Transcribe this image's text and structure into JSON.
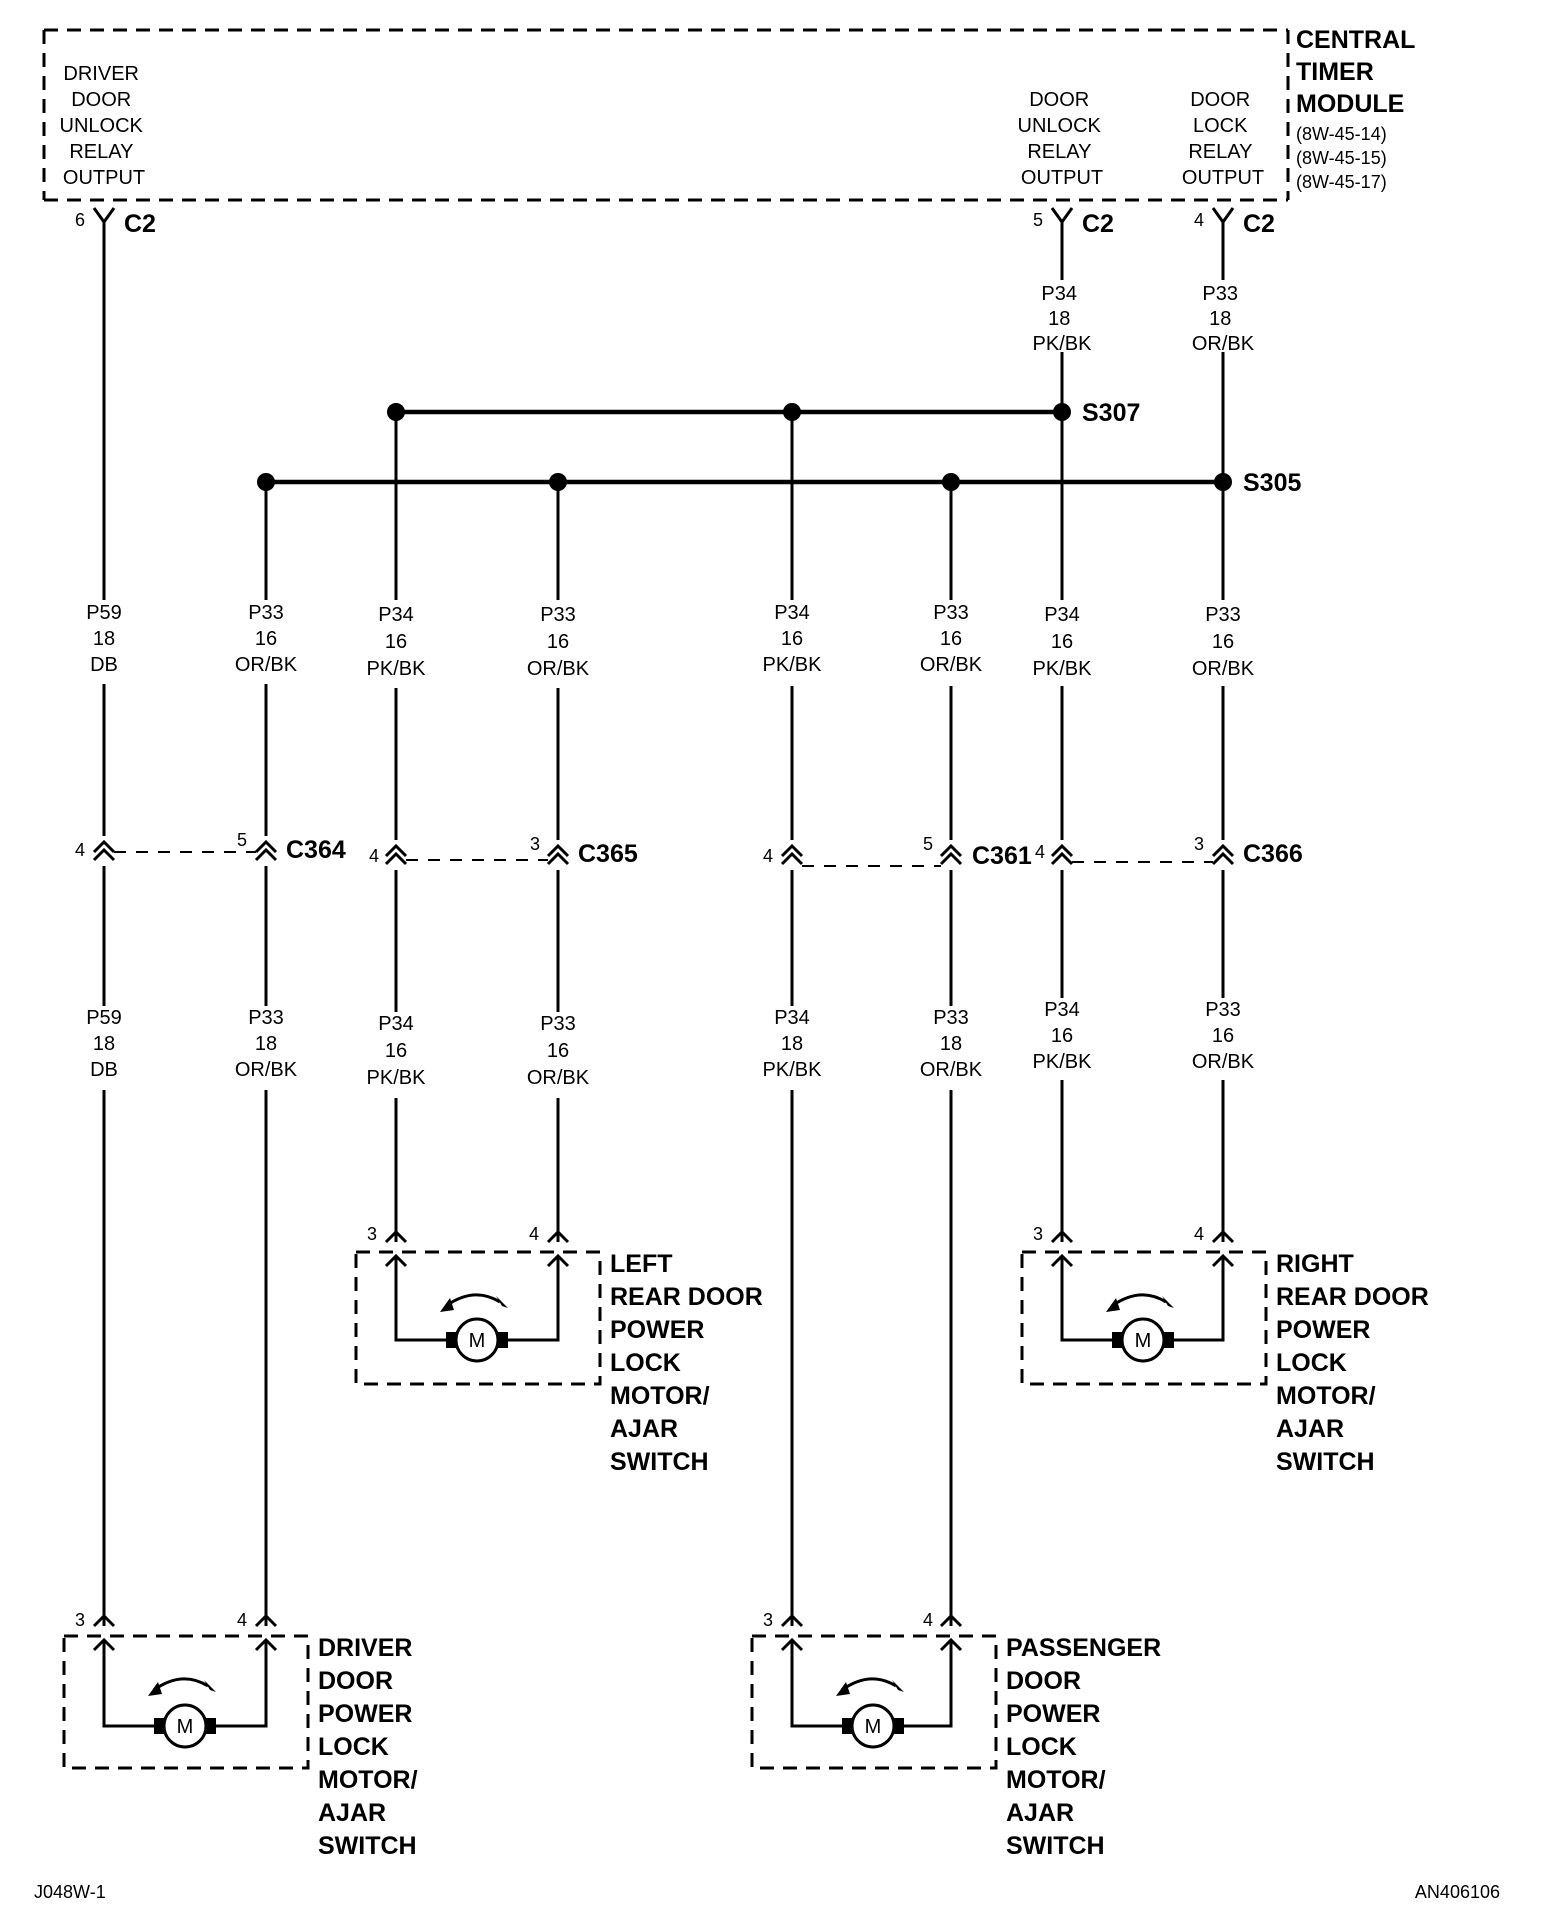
{
  "module": {
    "name": [
      "CENTRAL",
      "TIMER",
      "MODULE"
    ],
    "refs": [
      "(8W-45-14)",
      "(8W-45-15)",
      "(8W-45-17)"
    ],
    "outputs": [
      {
        "lines": [
          "DRIVER",
          "DOOR",
          "UNLOCK",
          "RELAY",
          "OUTPUT"
        ],
        "pin": "6",
        "connector": "C2"
      },
      {
        "lines": [
          "DOOR",
          "UNLOCK",
          "RELAY",
          "OUTPUT"
        ],
        "pin": "5",
        "connector": "C2"
      },
      {
        "lines": [
          "DOOR",
          "LOCK",
          "RELAY",
          "OUTPUT"
        ],
        "pin": "4",
        "connector": "C2"
      }
    ]
  },
  "splices": {
    "s307": "S307",
    "s305": "S305"
  },
  "upper_wires": [
    {
      "circuit": "P34",
      "gauge": "18",
      "color": "PK/BK"
    },
    {
      "circuit": "P33",
      "gauge": "18",
      "color": "OR/BK"
    }
  ],
  "mid_wires": [
    {
      "circuit": "P59",
      "gauge": "18",
      "color": "DB"
    },
    {
      "circuit": "P33",
      "gauge": "16",
      "color": "OR/BK"
    },
    {
      "circuit": "P34",
      "gauge": "16",
      "color": "PK/BK"
    },
    {
      "circuit": "P33",
      "gauge": "16",
      "color": "OR/BK"
    },
    {
      "circuit": "P34",
      "gauge": "16",
      "color": "PK/BK"
    },
    {
      "circuit": "P33",
      "gauge": "16",
      "color": "OR/BK"
    },
    {
      "circuit": "P34",
      "gauge": "16",
      "color": "PK/BK"
    },
    {
      "circuit": "P33",
      "gauge": "16",
      "color": "OR/BK"
    }
  ],
  "lower_wires": [
    {
      "circuit": "P59",
      "gauge": "18",
      "color": "DB"
    },
    {
      "circuit": "P33",
      "gauge": "18",
      "color": "OR/BK"
    },
    {
      "circuit": "P34",
      "gauge": "16",
      "color": "PK/BK"
    },
    {
      "circuit": "P33",
      "gauge": "16",
      "color": "OR/BK"
    },
    {
      "circuit": "P34",
      "gauge": "18",
      "color": "PK/BK"
    },
    {
      "circuit": "P33",
      "gauge": "18",
      "color": "OR/BK"
    },
    {
      "circuit": "P34",
      "gauge": "16",
      "color": "PK/BK"
    },
    {
      "circuit": "P33",
      "gauge": "16",
      "color": "OR/BK"
    }
  ],
  "connectors": [
    {
      "name": "C364",
      "left_pin": "4",
      "right_pin": "5"
    },
    {
      "name": "C365",
      "left_pin": "4",
      "right_pin": "3"
    },
    {
      "name": "C361",
      "left_pin": "4",
      "right_pin": "5"
    },
    {
      "name": "C366",
      "left_pin": "4",
      "right_pin": "3"
    }
  ],
  "motors": [
    {
      "label": [
        "LEFT",
        "REAR DOOR",
        "POWER",
        "LOCK",
        "MOTOR/",
        "AJAR",
        "SWITCH"
      ],
      "pin_left": "3",
      "pin_right": "4",
      "symbol": "M"
    },
    {
      "label": [
        "RIGHT",
        "REAR DOOR",
        "POWER",
        "LOCK",
        "MOTOR/",
        "AJAR",
        "SWITCH"
      ],
      "pin_left": "3",
      "pin_right": "4",
      "symbol": "M"
    },
    {
      "label": [
        "DRIVER",
        "DOOR",
        "POWER",
        "LOCK",
        "MOTOR/",
        "AJAR",
        "SWITCH"
      ],
      "pin_left": "3",
      "pin_right": "4",
      "symbol": "M"
    },
    {
      "label": [
        "PASSENGER",
        "DOOR",
        "POWER",
        "LOCK",
        "MOTOR/",
        "AJAR",
        "SWITCH"
      ],
      "pin_left": "3",
      "pin_right": "4",
      "symbol": "M"
    }
  ],
  "footer": {
    "left": "J048W-1",
    "right": "AN406106"
  }
}
